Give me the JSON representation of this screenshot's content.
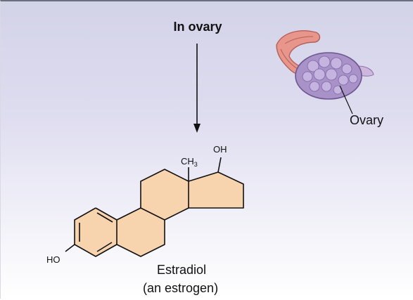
{
  "header": {
    "title": "In ovary"
  },
  "ovary": {
    "label": "Ovary"
  },
  "molecule": {
    "name": "Estradiol",
    "class_note": "(an estrogen)",
    "groups": {
      "oh_top": "OH",
      "methyl": "CH",
      "methyl_subscript": "3",
      "ho_left": "HO"
    }
  },
  "colors": {
    "ring_fill": "#f8d4ae",
    "bond": "#111111",
    "ovary_body": "#a992c8",
    "fallopian_tube": "#e8968c"
  }
}
